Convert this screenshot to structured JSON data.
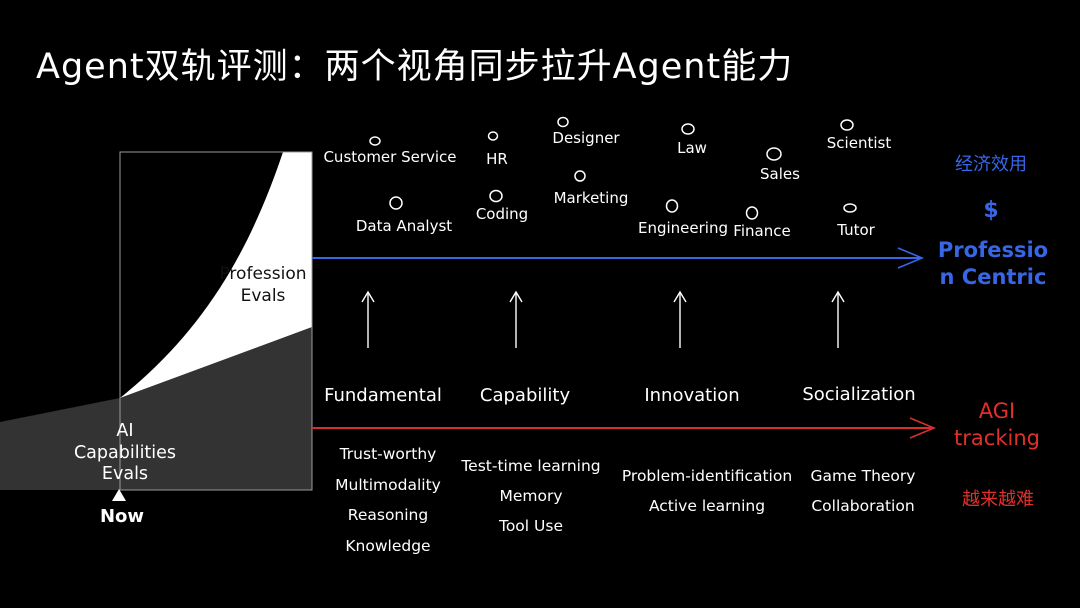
{
  "title": "Agent双轨评测：两个视角同步拉升Agent能力",
  "left_panel": {
    "profession_evals": [
      "Profession",
      "Evals"
    ],
    "ai_evals": [
      "AI",
      "Capabilities",
      "Evals"
    ],
    "now": "Now"
  },
  "professions": [
    "Customer Service",
    "HR",
    "Designer",
    "Law",
    "Scientist",
    "Data Analyst",
    "Coding",
    "Marketing",
    "Sales",
    "Engineering",
    "Finance",
    "Tutor"
  ],
  "categories": [
    {
      "name": "Fundamental",
      "items": [
        "Trust-worthy",
        "Multimodality",
        "Reasoning",
        "Knowledge"
      ]
    },
    {
      "name": "Capability",
      "items": [
        "Test-time learning",
        "Memory",
        "Tool Use"
      ]
    },
    {
      "name": "Innovation",
      "items": [
        "Problem-identification",
        "Active learning"
      ]
    },
    {
      "name": "Socialization",
      "items": [
        "Game Theory",
        "Collaboration"
      ]
    }
  ],
  "right_top": {
    "cn": "经济效用",
    "symbol": "$",
    "line1": "Professio",
    "line2": "n Centric",
    "color": "#3766e6"
  },
  "right_bottom": {
    "line1": "AGI",
    "line2": "tracking",
    "cn": "越来越难",
    "color": "#e0302b"
  }
}
